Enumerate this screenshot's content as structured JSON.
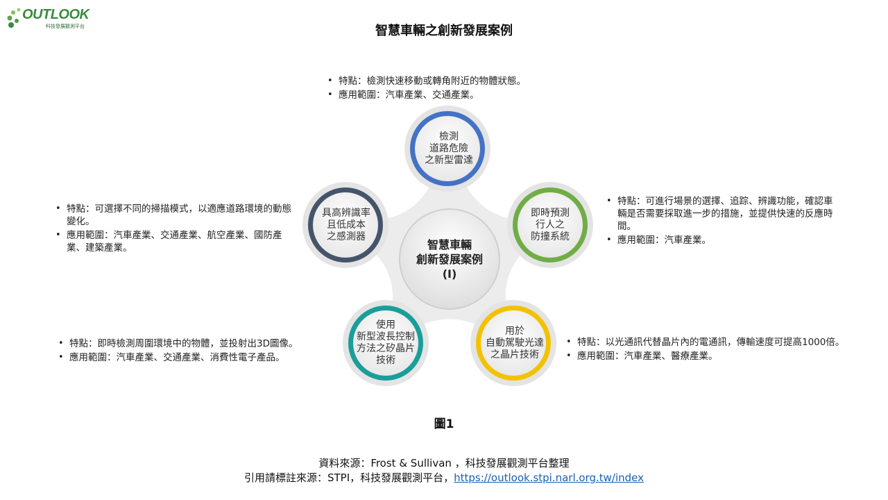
{
  "logo": {
    "word": "OUTLOOK",
    "subtitle": "科技發展觀測平台"
  },
  "title": "智慧車輛之創新發展案例",
  "center": {
    "label": "智慧車輛\n創新發展案例\n(I)"
  },
  "nodes": [
    {
      "label": "檢測\n道路危險\n之新型雷達",
      "color": "#4472c4"
    },
    {
      "label": "即時預測\n行人之\n防撞系統",
      "color": "#70ad47"
    },
    {
      "label": "用於\n自動駕駛光達\n之晶片技術",
      "color": "#f2c200"
    },
    {
      "label": "使用\n新型波長控制\n方法之矽晶片\n技術",
      "color": "#1a9e9a"
    },
    {
      "label": "具高辨識率\n且低成本\n之感測器",
      "color": "#44546a"
    }
  ],
  "descriptions": {
    "top": [
      "特點：檢測快速移動或轉角附近的物體狀態。",
      "應用範圍：汽車產業、交通產業。"
    ],
    "right": [
      "特點：可進行場景的選擇、追踪、辨識功能，確認車輛是否需要採取進一步的措施，並提供快速的反應時間。",
      "應用範圍：汽車產業。"
    ],
    "bottom_right": [
      "特點：以光通訊代替晶片內的電通訊，傳輸速度可提高1000倍。",
      "應用範圍：汽車產業、醫療產業。"
    ],
    "bottom_left": [
      "特點：即時檢測周圍環境中的物體，並投射出3D圖像。",
      "應用範圍：汽車產業、交通產業、消費性電子產品。"
    ],
    "left": [
      "特點：可選擇不同的掃描模式，以適應道路環境的動態變化。",
      "應用範圍：汽車產業、交通產業、航空產業、國防產業、建築產業。"
    ]
  },
  "figure_label": "圖1",
  "source": {
    "line1": "資料來源：Frost & Sullivan ，科技發展觀測平台整理",
    "line2_prefix": "引用請標註來源：STPI，科技發展觀測平台，",
    "link": "https://outlook.stpi.narl.org.tw/index"
  }
}
